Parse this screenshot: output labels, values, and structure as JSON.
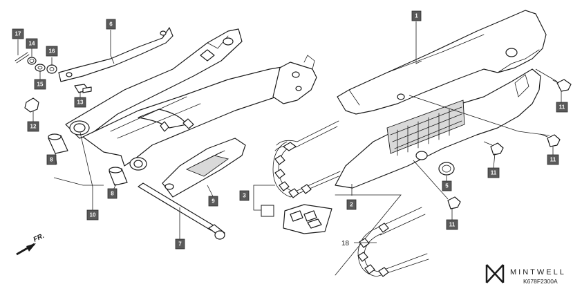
{
  "diagram": {
    "direction_label": "FR.",
    "code": "K678F2300A",
    "callouts": {
      "c1": "1",
      "c2": "2",
      "c3": "3",
      "c5": "5",
      "c6": "6",
      "c7": "7",
      "c8a": "8",
      "c8b": "8",
      "c9": "9",
      "c10": "10",
      "c11a": "11",
      "c11b": "11",
      "c11c": "11",
      "c11d": "11",
      "c12": "12",
      "c13": "13",
      "c14": "14",
      "c15": "15",
      "c16": "16",
      "c17": "17"
    },
    "plain_labels": {
      "l18": "18"
    }
  },
  "brand": {
    "name": "MINTWELL"
  }
}
